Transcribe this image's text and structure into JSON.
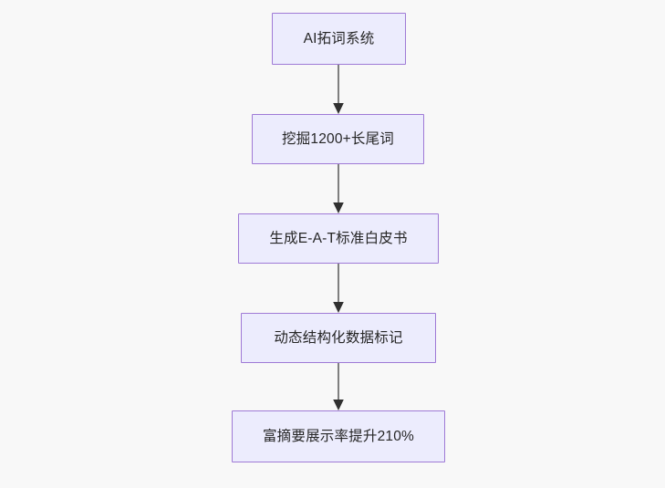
{
  "diagram": {
    "type": "flowchart",
    "direction": "top-to-bottom",
    "background_color": "#f8f8f8",
    "node_fill_color": "#ececfd",
    "node_border_color": "#9f7ad6",
    "node_text_color": "#262626",
    "edge_line_color": "#7f7f7f",
    "edge_arrow_color": "#303030",
    "nodes": [
      {
        "id": "n1",
        "label": "AI拓词系统"
      },
      {
        "id": "n2",
        "label": "挖掘1200+长尾词"
      },
      {
        "id": "n3",
        "label": "生成E-A-T标准白皮书"
      },
      {
        "id": "n4",
        "label": "动态结构化数据标记"
      },
      {
        "id": "n5",
        "label": "富摘要展示率提升210%"
      }
    ],
    "edges": [
      {
        "from": "n1",
        "to": "n2",
        "label": ""
      },
      {
        "from": "n2",
        "to": "n3",
        "label": ""
      },
      {
        "from": "n3",
        "to": "n4",
        "label": ""
      },
      {
        "from": "n4",
        "to": "n5",
        "label": ""
      }
    ]
  }
}
